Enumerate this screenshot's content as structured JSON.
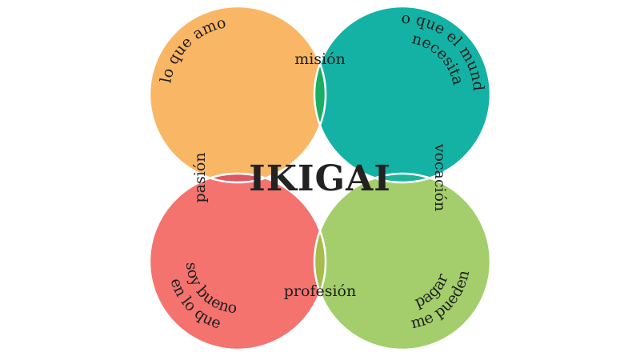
{
  "center_title": "IKIGAI",
  "circles": {
    "top_left": {
      "label": "lo que amo",
      "color": "#F9B766"
    },
    "top_right": {
      "label_line1": "lo que el mundo",
      "label_line2": "necesita",
      "color": "#14B2A5"
    },
    "bottom_left": {
      "label_line1": "en lo que",
      "label_line2": "soy bueno",
      "color": "#F4736F"
    },
    "bottom_right": {
      "label_line1": "me pueden",
      "label_line2": "pagar",
      "color": "#A3CE6B"
    }
  },
  "overlaps": {
    "top": {
      "label": "misión",
      "color": "#19AE63"
    },
    "right": {
      "label": "vocación",
      "color": "#1DB49A"
    },
    "bottom": {
      "label": "profesión",
      "color": "#A6BD4E"
    },
    "left": {
      "label": "pasión",
      "color": "#DB5964"
    }
  },
  "triples": {
    "top_left": "#EE8A66",
    "top_right": "#1CB7A0",
    "bottom_right": "#5BBF7F",
    "bottom_left": "#EE6470"
  },
  "center_color": "#ffffff",
  "stroke_color": "#ffffff"
}
